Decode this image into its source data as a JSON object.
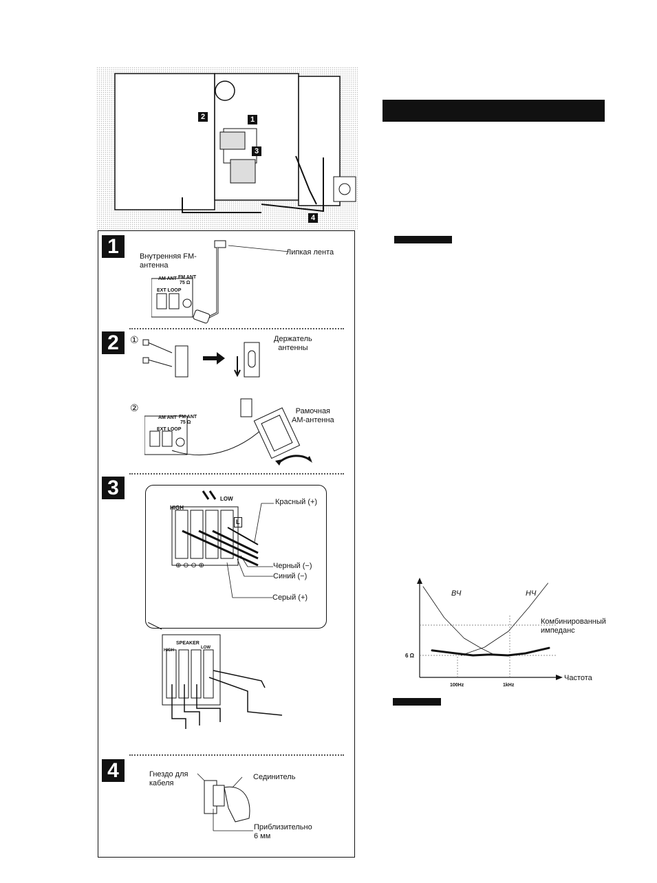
{
  "colors": {
    "ink": "#111111",
    "paper": "#ffffff",
    "halftone": "#e6e6e6"
  },
  "overview": {
    "callouts": [
      "1",
      "2",
      "3",
      "4"
    ]
  },
  "step1": {
    "number": "1",
    "fm_antenna": "Внутренняя FM-\nантенна",
    "tape": "Липкая лента",
    "am_ant": "AM ANT",
    "fm_ant": "FM ANT",
    "ohm": "75 Ω",
    "ext_loop": "EXT  LOOP"
  },
  "step2": {
    "number": "2",
    "sub1": "①",
    "sub2": "②",
    "holder": "Держатель\nантенны",
    "loop_antenna": "Рамочная\nАМ-антенна",
    "am_ant": "AM ANT",
    "fm_ant": "FM ANT",
    "ohm": "75 Ω",
    "ext_loop": "EXT  LOOP"
  },
  "step3": {
    "number": "3",
    "high": "HIGH",
    "low": "LOW",
    "l_marker": "L",
    "red": "Красный (+)",
    "black": "Черный (−)",
    "blue": "Синий (−)",
    "gray": "Серый (+)",
    "speaker": "SPEAKER",
    "high_small": "HIGH",
    "low_small": "LOW"
  },
  "step4": {
    "number": "4",
    "socket": "Гнездо для\nкабеля",
    "connector": "Сединитель",
    "approx": "Приблизительно\n6 мм"
  },
  "chart_data": {
    "type": "line",
    "title": "",
    "xlabel": "Частота",
    "ylabel": "",
    "x_ticks": [
      "100Hz",
      "1kHz"
    ],
    "y_ticks": [
      "6 Ω"
    ],
    "series": [
      {
        "name": "ВЧ",
        "points": [
          [
            0.0,
            1.0
          ],
          [
            0.18,
            0.55
          ],
          [
            0.35,
            0.25
          ],
          [
            0.5,
            0.1
          ],
          [
            0.62,
            0.0
          ]
        ]
      },
      {
        "name": "НЧ",
        "points": [
          [
            0.45,
            0.0
          ],
          [
            0.6,
            0.12
          ],
          [
            0.75,
            0.35
          ],
          [
            0.88,
            0.7
          ],
          [
            1.0,
            1.05
          ]
        ]
      },
      {
        "name": "Комбинированный\nимпеданс",
        "points": [
          [
            0.0,
            0.12
          ],
          [
            0.2,
            0.05
          ],
          [
            0.35,
            0.0
          ],
          [
            0.5,
            0.02
          ],
          [
            0.65,
            0.0
          ],
          [
            0.8,
            0.05
          ],
          [
            1.0,
            0.18
          ]
        ]
      }
    ]
  }
}
